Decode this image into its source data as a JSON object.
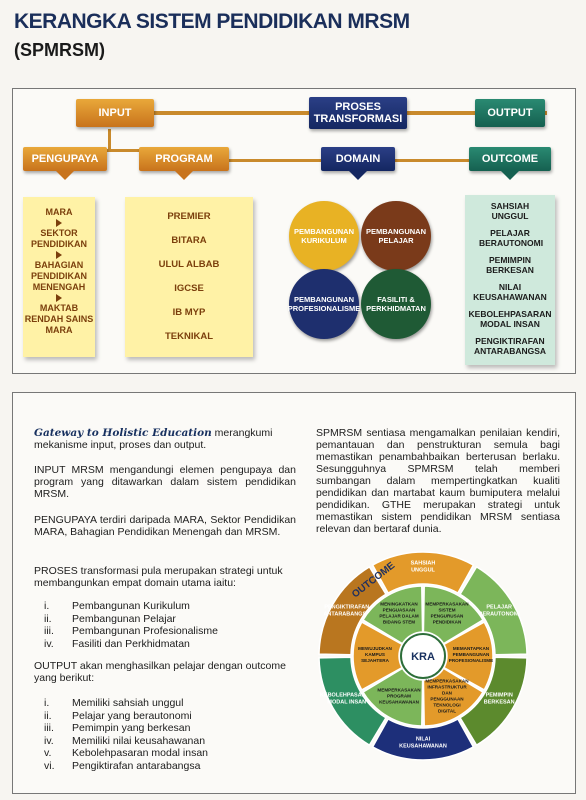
{
  "header": {
    "title": "KERANGKA SISTEM PENDIDIKAN MRSM",
    "subtitle": "(SPMRSM)"
  },
  "framework": {
    "input_label": "INPUT",
    "proses_label": "PROSES TRANSFORMASI",
    "output_label": "OUTPUT",
    "pengupaya_label": "PENGUPAYA",
    "program_label": "PROGRAM",
    "domain_label": "DOMAIN",
    "outcome_label": "OUTCOME",
    "pengupaya_items": [
      "MARA",
      "SEKTOR PENDIDIKAN",
      "BAHAGIAN PENDIDIKAN MENENGAH",
      "MAKTAB RENDAH SAINS MARA"
    ],
    "program_items": [
      "PREMIER",
      "BITARA",
      "ULUL ALBAB",
      "IGCSE",
      "IB MYP",
      "TEKNIKAL"
    ],
    "domains": [
      "PEMBANGUNAN KURIKULUM",
      "PEMBANGUNAN PELAJAR",
      "PEMBANGUNAN PROFESIONALISME",
      "FASILITI & PERKHIDMATAN"
    ],
    "outcome_items": [
      "SAHSIAH UNGGUL",
      "PELAJAR BERAUTONOMI",
      "PEMIMPIN BERKESAN",
      "NILAI KEUSAHAWANAN",
      "KEBOLEHPASARAN MODAL INSAN",
      "PENGIKTIRAFAN ANTARABANGSA"
    ]
  },
  "description": {
    "p1_lead": "Gateway to Holistic Education",
    "p1_rest": " merangkumi mekanisme input, proses dan output.",
    "p2": "INPUT MRSM mengandungi elemen pengupaya dan program yang ditawarkan dalam sistem pendidikan MRSM.",
    "p3": "PENGUPAYA terdiri daripada MARA, Sektor Pendidikan MARA, Bahagian Pendidikan Menengah dan MRSM.",
    "p4": "PROSES transformasi pula merupakan strategi untuk membangunkan empat domain utama iaitu:",
    "proses_list": [
      {
        "num": "i.",
        "text": "Pembangunan Kurikulum"
      },
      {
        "num": "ii.",
        "text": "Pembangunan Pelajar"
      },
      {
        "num": "iii.",
        "text": "Pembangunan Profesionalisme"
      },
      {
        "num": "iv.",
        "text": "Fasiliti dan Perkhidmatan"
      }
    ],
    "p5": "OUTPUT akan menghasilkan pelajar dengan outcome yang berikut:",
    "output_list": [
      {
        "num": "i.",
        "text": "Memiliki sahsiah unggul"
      },
      {
        "num": "ii.",
        "text": "Pelajar yang berautonomi"
      },
      {
        "num": "iii.",
        "text": "Pemimpin yang berkesan"
      },
      {
        "num": "iv.",
        "text": "Memiliki nilai keusahawanan"
      },
      {
        "num": "v.",
        "text": "Kebolehpasaran modal insan"
      },
      {
        "num": "vi.",
        "text": "Pengiktirafan antarabangsa"
      }
    ],
    "right_para": "SPMRSM sentiasa mengamalkan penilaian kendiri, pemantauan dan penstrukturan semula bagi memastikan penambahbaikan berterusan berlaku. Sesungguhnya SPMRSM telah memberi sumbangan dalam mempertingkatkan kualiti pendidikan dan martabat kaum bumiputera melalui pendidikan. GTHE merupakan strategi untuk memastikan sistem pendidikan MRSM sentiasa relevan dan bertaraf dunia."
  },
  "wheel": {
    "center": "KRA",
    "outcome_label": "OUTCOME",
    "inner": [
      "MENINGKATKAN PENGUASAAN PELAJAR DALAM BIDANG STEM",
      "MEMPERKASAKAN SISTEM PENGURUSAN PENDIDIKAN",
      "MEMANTAPKAN PEMBANGUNAN PROFESIONALISME",
      "MEMPERKASAKAN INFRASTRUKTUR DAN PENGGUNAAN TEKNOLOGI DIGITAL",
      "MEMPERKASAKAN PROGRAM KEUSAHAWANAN",
      "MEWUJUDKAN KAMPUS SEJAHTERA"
    ],
    "outer": [
      "SAHSIAH UNGGUL",
      "PELAJAR BERAUTONOMI",
      "PEMIMPIN BERKESAN",
      "NILAI KEUSAHAWANAN",
      "KEBOLEHPASARAN MODAL INSAN",
      "PENGIKTIRAFAN ANTARABANGSA"
    ],
    "colors": {
      "green": "#7cb65a",
      "orange": "#e39a2a",
      "navy": "#1d2f7a",
      "teal": "#2d8f62",
      "brown": "#b9761f",
      "olive": "#5c8a2d"
    }
  }
}
